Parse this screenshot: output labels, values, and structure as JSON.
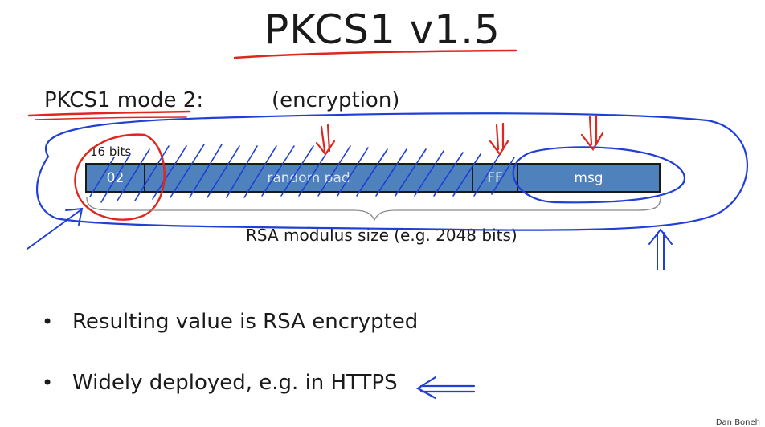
{
  "slide": {
    "title": "PKCS1 v1.5",
    "mode_label": "PKCS1 mode 2:",
    "mode_note": "(encryption)",
    "bits_label": "16 bits",
    "segments": [
      {
        "label": "02"
      },
      {
        "label": "random pad"
      },
      {
        "label": "FF"
      },
      {
        "label": "msg"
      }
    ],
    "modulus_label": "RSA modulus size  (e.g. 2048 bits)",
    "bullets": [
      "Resulting value is RSA encrypted",
      "Widely deployed, e.g.  in HTTPS"
    ],
    "bullet_glyph": "•",
    "credit": "Dan Boneh"
  },
  "colors": {
    "segment_fill": "#4f81bd",
    "ink_red": "#e0261f",
    "ink_blue": "#1f3fd6"
  }
}
